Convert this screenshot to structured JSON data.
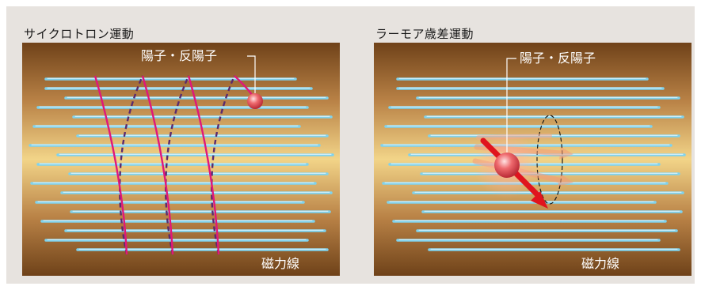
{
  "panels": [
    {
      "title": "サイクロトロン運動",
      "particle_label": "陽子・反陽子",
      "field_label": "磁力線"
    },
    {
      "title": "ラーモア歳差運動",
      "particle_label": "陽子・反陽子",
      "field_label": "磁力線"
    }
  ],
  "colors": {
    "frame_bg": "#e7e3df",
    "panel_dark": "#7a4a1e",
    "panel_light": "#f4d98a",
    "field_line": "#7fd3ee",
    "helix": "#e0177a",
    "helix_back": "#5a2a6e",
    "particle": "#e8545c",
    "spin_arrow": "#e0141e"
  },
  "icons": [
    "particle-sphere",
    "spin-arrow"
  ]
}
